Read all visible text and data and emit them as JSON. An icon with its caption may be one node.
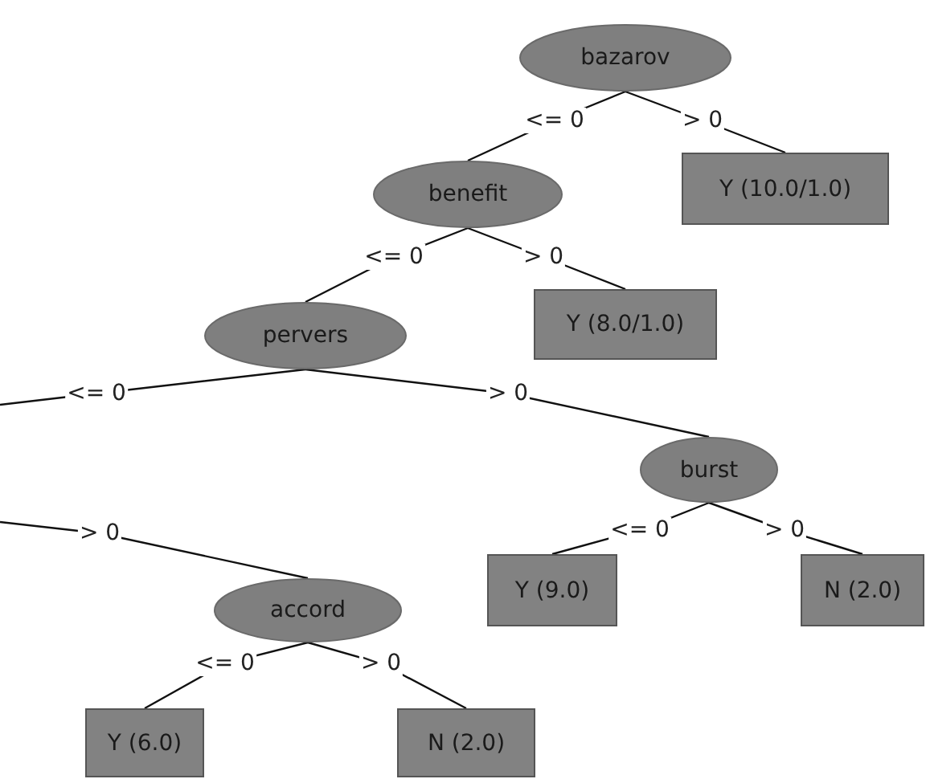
{
  "diagram": {
    "nodes": [
      {
        "text": [
          "bazarov"
        ]
      },
      {
        "text": [
          "benefit"
        ]
      },
      {
        "text": [
          "Y (10.0/1.0)"
        ]
      },
      {
        "text": [
          "pervers"
        ]
      },
      {
        "text": [
          "Y (8.0/1.0)"
        ]
      },
      {
        "text": [
          "burst"
        ]
      },
      {
        "text": [
          "accord"
        ]
      },
      {
        "text": [
          "Y (9.0)"
        ]
      },
      {
        "text": [
          "N (2.0)"
        ]
      },
      {
        "text": [
          "Y (6.0)"
        ]
      },
      {
        "text": [
          "N (2.0)"
        ]
      }
    ],
    "edges": [
      {
        "from": 0,
        "to": 1,
        "arrow": "none",
        "label": "<= 0"
      },
      {
        "from": 0,
        "to": 2,
        "arrow": "none",
        "label": "> 0"
      },
      {
        "from": 1,
        "to": 3,
        "arrow": "none",
        "label": "<= 0"
      },
      {
        "from": 1,
        "to": 4,
        "arrow": "none",
        "label": "> 0"
      },
      {
        "from": 3,
        "to": null,
        "arrow": "none",
        "label": "<= 0"
      },
      {
        "from": 3,
        "to": 5,
        "arrow": "none",
        "label": "> 0"
      },
      {
        "from": null,
        "to": 6,
        "arrow": "none",
        "label": "> 0"
      },
      {
        "from": 5,
        "to": 7,
        "arrow": "none",
        "label": "<= 0"
      },
      {
        "from": 5,
        "to": 8,
        "arrow": "none",
        "label": "> 0"
      },
      {
        "from": 6,
        "to": 9,
        "arrow": "none",
        "label": "<= 0"
      },
      {
        "from": 6,
        "to": 10,
        "arrow": "none",
        "label": "> 0"
      }
    ]
  }
}
